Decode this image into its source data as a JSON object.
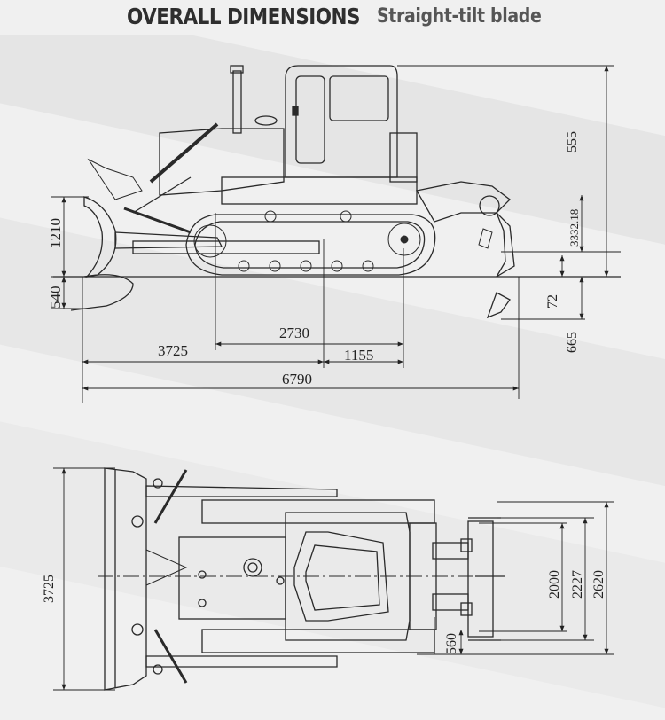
{
  "title": "OVERALL DIMENSIONS",
  "subtitle": "Straight-tilt blade",
  "side_view": {
    "dimensions": {
      "cab_height": "555",
      "ground_clearance_rear": "3332.18",
      "blade_lift": "1210",
      "blade_dig_depth": "540",
      "ripper_depth": "72",
      "ripper_penetration": "665",
      "track_length": "2730",
      "blade_to_sprocket": "3725",
      "sprocket_to_rear": "1155",
      "overall_length": "6790"
    }
  },
  "top_view": {
    "dimensions": {
      "blade_width": "3725",
      "track_gauge": "2000",
      "width_over_tracks": "2227",
      "overall_width": "2620",
      "shoe_width": "560"
    }
  }
}
